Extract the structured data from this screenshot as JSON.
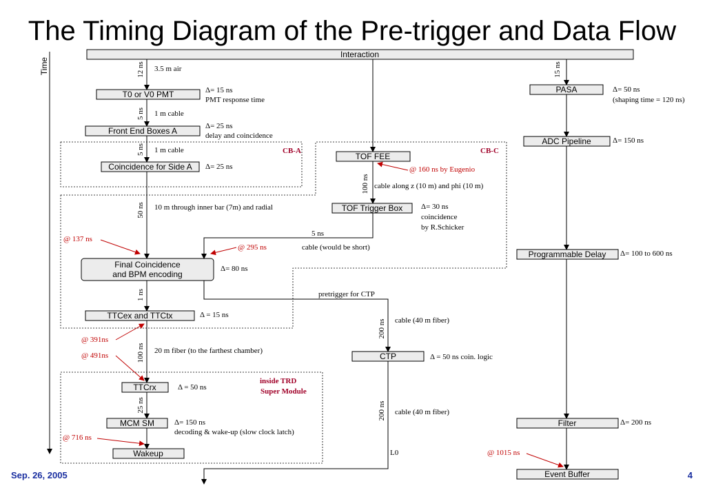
{
  "title": "The Timing Diagram of the Pre-trigger and Data Flow",
  "time_axis_label": "Time",
  "boxes": {
    "interaction": "Interaction",
    "t0_v0": "T0 or V0 PMT",
    "front_end_boxes": "Front End Boxes A",
    "coincidence_side_a": "Coincidence for Side A",
    "final_coincidence_1": "Final Coincidence",
    "final_coincidence_2": "and BPM encoding",
    "ttcex": "TTCex and TTCtx",
    "ttcrx": "TTCrx",
    "mcm_sm": "MCM SM",
    "wakeup": "Wakeup",
    "tof_fee": "TOF FEE",
    "tof_trigger_box": "TOF Trigger Box",
    "ctp": "CTP",
    "pasa": "PASA",
    "adc_pipeline": "ADC Pipeline",
    "programmable_delay": "Programmable Delay",
    "filter": "Filter",
    "event_buffer": "Event Buffer"
  },
  "durations": {
    "d12ns": "12 ns",
    "d5ns_a": "5 ns",
    "d5ns_b": "5 ns",
    "d50ns": "50 ns",
    "d1ns": "1 ns",
    "d100ns": "100 ns",
    "d25ns": "25 ns",
    "d100ns_tof": "100 ns",
    "d5ns_h": "5 ns",
    "d200ns_a": "200 ns",
    "d200ns_b": "200 ns",
    "d15ns": "15 ns"
  },
  "notes": {
    "air": "3.5 m air",
    "pmt_delta": "Δ= 15 ns",
    "pmt_response": "PMT response time",
    "cable_1m_a": "1 m cable",
    "feb_delta": "Δ= 25 ns",
    "feb_desc": "delay and coincidence",
    "cable_1m_b": "1 m cable",
    "coinc_delta": "Δ= 25 ns",
    "inner_bar": "10 m through inner bar (7m) and radial",
    "final_delta": "Δ= 80 ns",
    "ttcex_delta": "Δ = 15 ns",
    "fiber_20m": "20 m fiber (to the farthest chamber)",
    "ttcrx_delta": "Δ = 50 ns",
    "mcm_delta": "Δ= 150 ns",
    "mcm_desc": "decoding & wake-up (slow clock latch)",
    "cable_tof": "cable along z (10 m) and phi (10 m)",
    "ttb_delta": "Δ= 30 ns",
    "ttb_coinc": "coincidence",
    "ttb_by": "by R.Schicker",
    "cable_short": "cable (would be short)",
    "pretrigger": "pretrigger for CTP",
    "cable_40m_a": "cable (40 m fiber)",
    "ctp_delta": "Δ = 50 ns coin. logic",
    "cable_40m_b": "cable (40 m fiber)",
    "l0": "L0",
    "pasa_delta": "Δ= 50 ns",
    "pasa_shaping": "(shaping time = 120 ns)",
    "adc_delta": "Δ= 150 ns",
    "prog_delta": "Δ= 100 to 600 ns",
    "filter_delta": "Δ= 200 ns"
  },
  "markers": {
    "m137": "@ 137 ns",
    "m295": "@ 295 ns",
    "m160": "@ 160 ns by Eugenio",
    "m391": "@ 391ns",
    "m491": "@ 491ns",
    "m716": "@ 716 ns",
    "m1015": "@ 1015 ns"
  },
  "regions": {
    "cb_a": "CB-A",
    "cb_c": "CB-C",
    "trd_1": "inside TRD",
    "trd_2": "Super Module"
  },
  "footer": {
    "date": "Sep. 26, 2005",
    "page": "4"
  },
  "colors": {
    "marker": "#c00000",
    "region_label": "#a00028",
    "footer": "#1a2fa0",
    "box_fill": "#ececec"
  }
}
